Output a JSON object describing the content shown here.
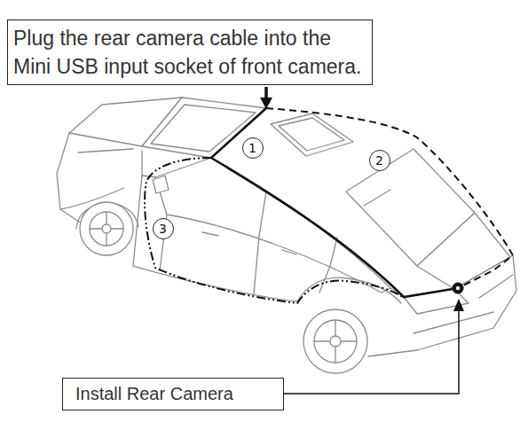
{
  "diagram": {
    "nodes": [
      {
        "text": [
          "Plug the rear camera cable into the Mini USB input socket of front camera."
        ]
      },
      {
        "text": [
          "Install Rear Camera"
        ]
      }
    ],
    "labels": [
      "1",
      "2",
      "3"
    ]
  }
}
